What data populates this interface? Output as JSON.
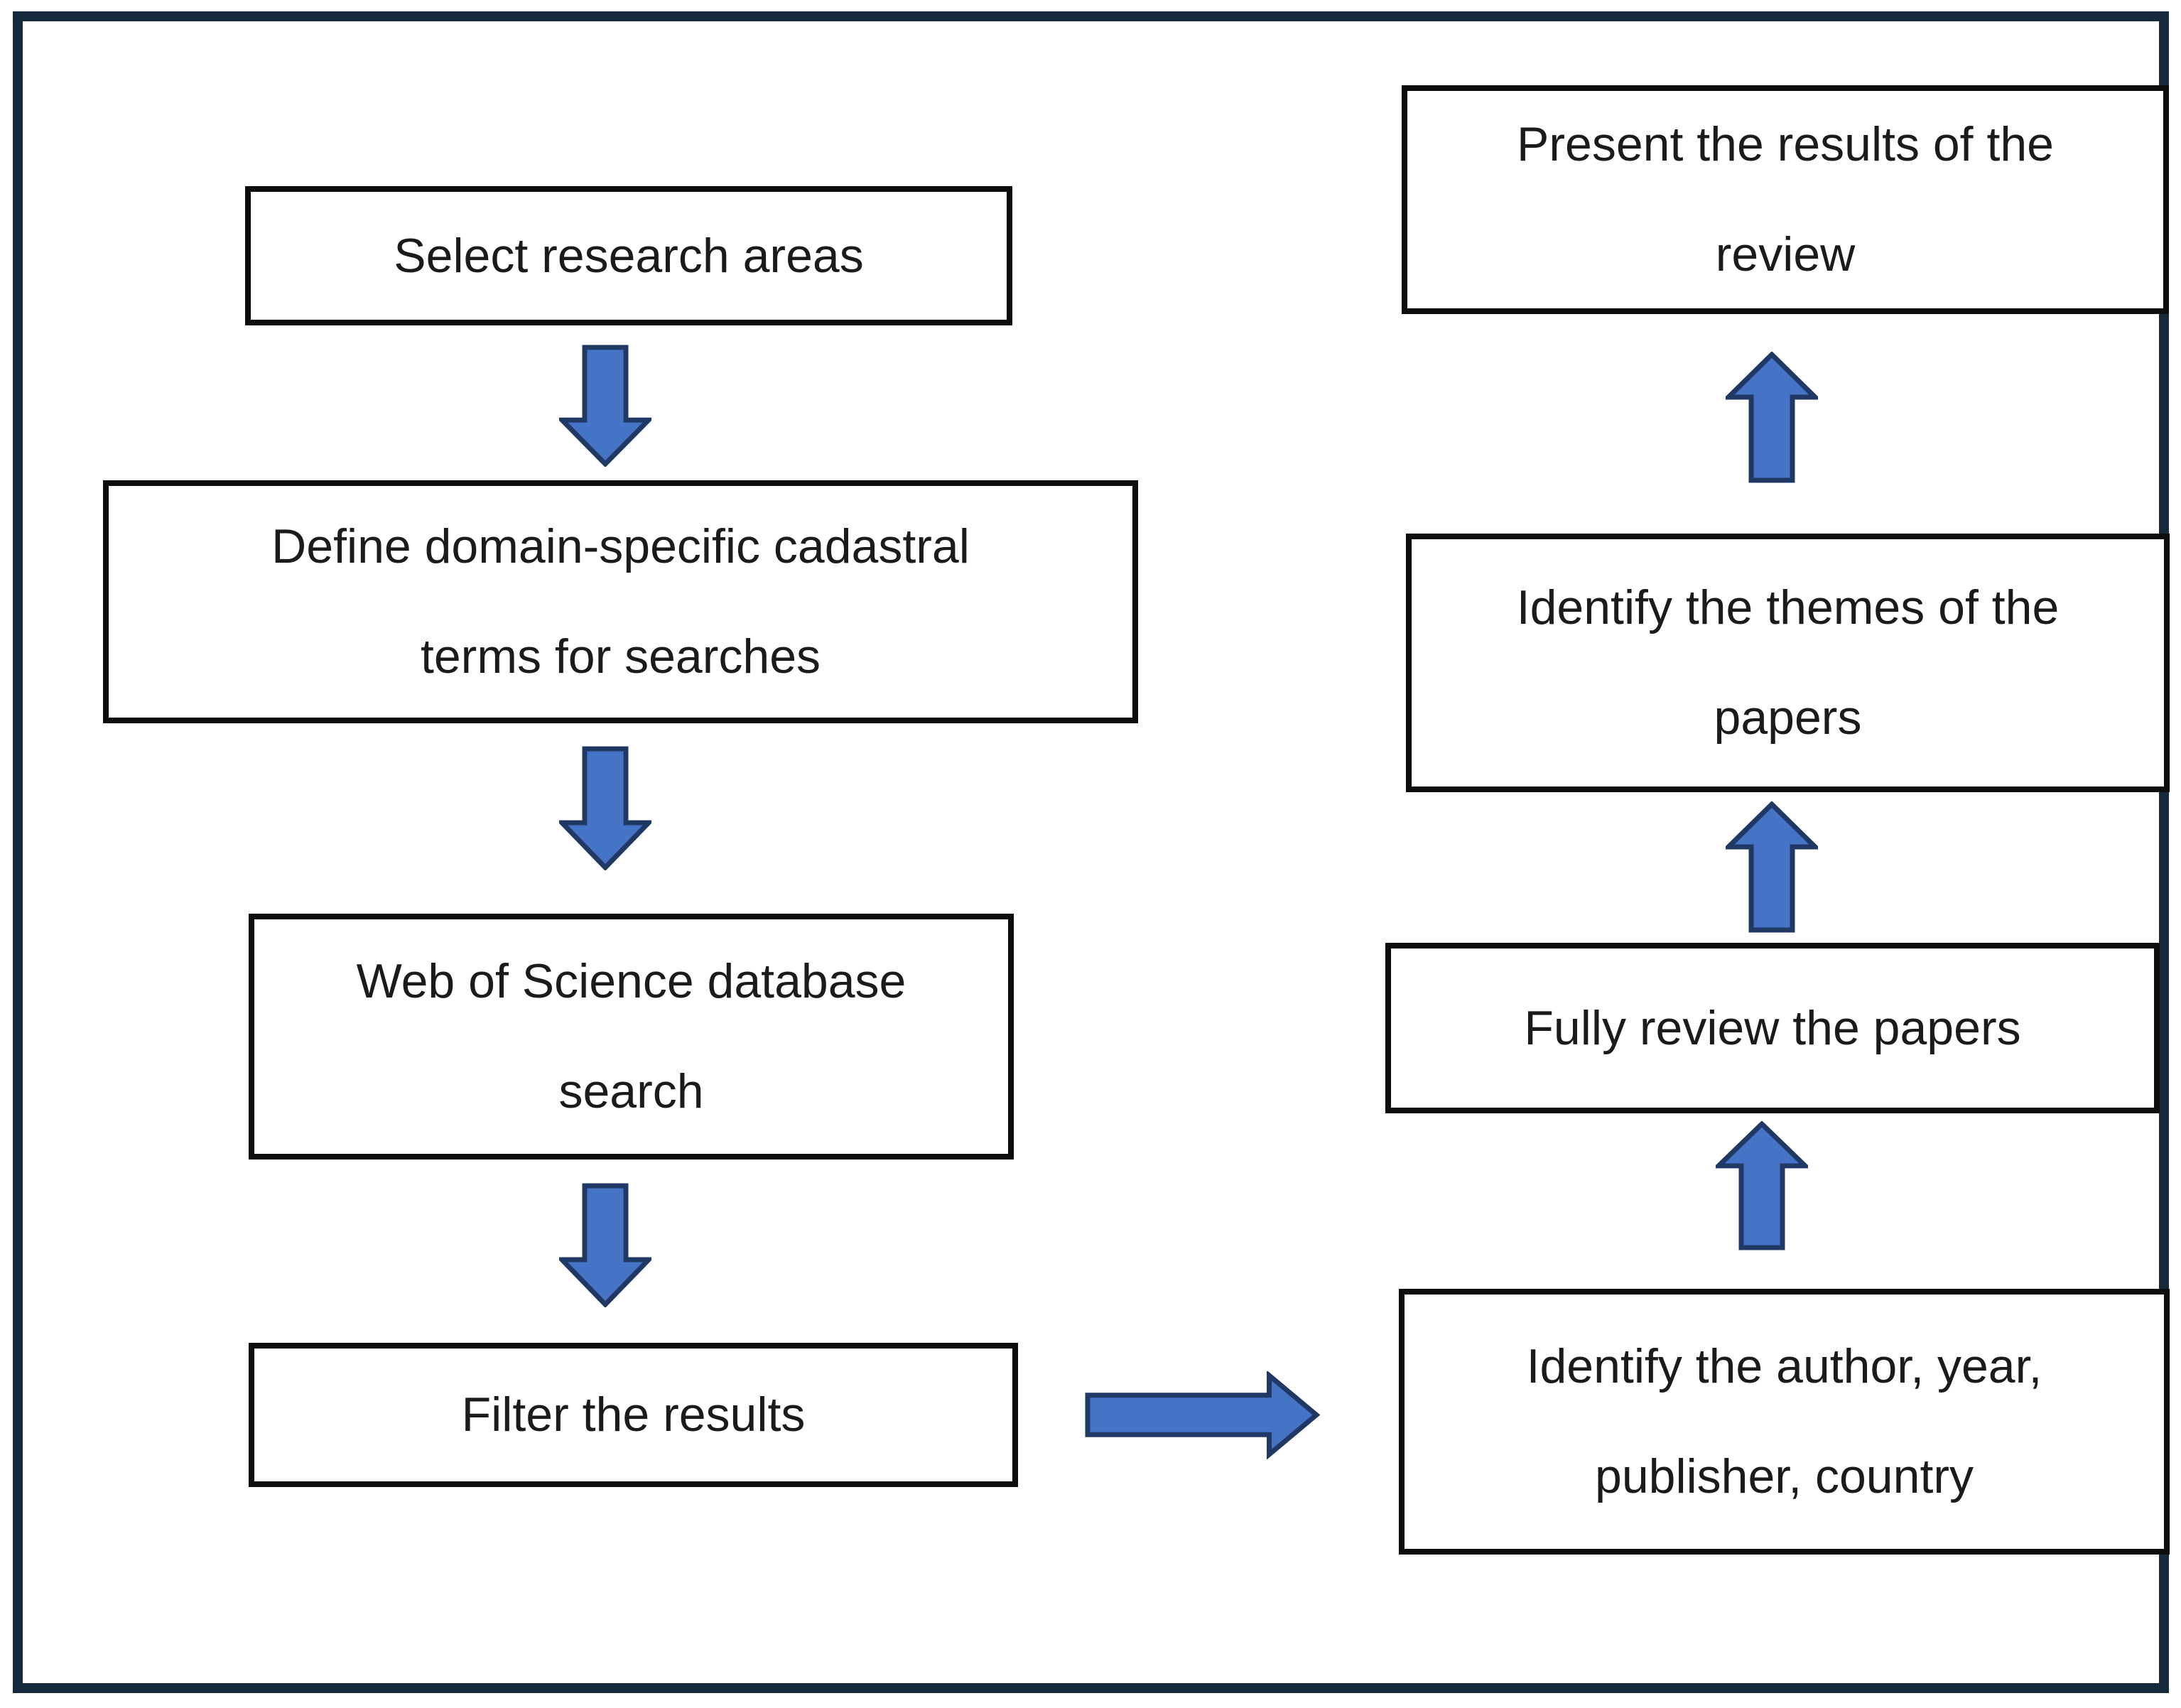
{
  "colors": {
    "page_background": "#ffffff",
    "frame_border": "#172a3c",
    "box_border": "#0d0d0d",
    "box_background": "#ffffff",
    "text": "#1b1b1b",
    "arrow_fill": "#4573c5",
    "arrow_outline": "#1f3864"
  },
  "nodes": [
    {
      "id": "select-research-areas",
      "lines": [
        "Select research areas"
      ]
    },
    {
      "id": "define-terms",
      "lines": [
        "Define domain-specific cadastral",
        "terms for searches"
      ]
    },
    {
      "id": "wos-search",
      "lines": [
        "Web of Science database",
        "search"
      ]
    },
    {
      "id": "filter-results",
      "lines": [
        "Filter the results"
      ]
    },
    {
      "id": "identify-author",
      "lines": [
        "Identify the author, year,",
        "publisher, country"
      ]
    },
    {
      "id": "fully-review",
      "lines": [
        "Fully review the papers"
      ]
    },
    {
      "id": "identify-themes",
      "lines": [
        "Identify the themes of the",
        "papers"
      ]
    },
    {
      "id": "present-results",
      "lines": [
        "Present the results of the",
        "review"
      ]
    }
  ],
  "connections": [
    {
      "from": "select-research-areas",
      "to": "define-terms",
      "direction": "down"
    },
    {
      "from": "define-terms",
      "to": "wos-search",
      "direction": "down"
    },
    {
      "from": "wos-search",
      "to": "filter-results",
      "direction": "down"
    },
    {
      "from": "filter-results",
      "to": "identify-author",
      "direction": "right"
    },
    {
      "from": "identify-author",
      "to": "fully-review",
      "direction": "up"
    },
    {
      "from": "fully-review",
      "to": "identify-themes",
      "direction": "up"
    },
    {
      "from": "identify-themes",
      "to": "present-results",
      "direction": "up"
    }
  ]
}
